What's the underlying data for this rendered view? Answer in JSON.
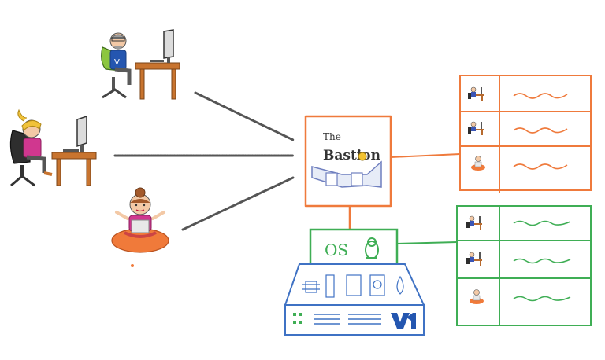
{
  "bastion": {
    "title_line1": "The",
    "title_line2": "Bastion"
  },
  "os_box": {
    "label": "OS",
    "icon": "linux-penguin-icon"
  },
  "server": {
    "brand_icon": "ovh-logo-icon",
    "component_icons": [
      "cpu-icon",
      "ram-icon",
      "disk-icon",
      "hdd-icon",
      "drop-icon"
    ]
  },
  "users": [
    {
      "name": "user-at-desk-bearded",
      "icon": "person-computer-icon"
    },
    {
      "name": "user-at-desk-ponytail",
      "icon": "person-computer-icon"
    },
    {
      "name": "user-meditating-laptop",
      "icon": "person-laptop-icon"
    }
  ],
  "bastion_table": {
    "color": "#ef7a3c",
    "rows": 3
  },
  "os_table": {
    "color": "#3fae55",
    "rows": 3
  },
  "colors": {
    "bastion": "#ef7a3c",
    "os": "#3fae55",
    "server": "#3f72c4",
    "connector": "#555555"
  }
}
